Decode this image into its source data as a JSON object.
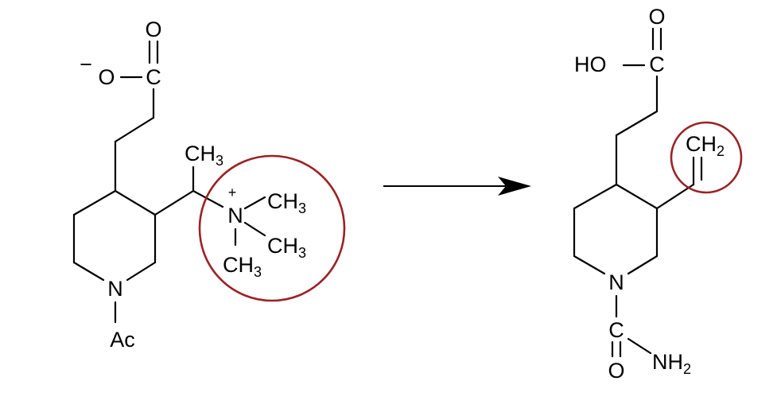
{
  "reactant": {
    "carboxylate_O_dbl": "O",
    "carboxylate_O_neg": "O",
    "carboxylate_neg_charge": "−",
    "carboxylate_C": "C",
    "methyl_top": "CH",
    "methyl_top_sub": "3",
    "ammonium_N": "N",
    "ammonium_charge": "+",
    "methyl_right_1": "CH",
    "methyl_right_1_sub": "3",
    "methyl_right_2": "CH",
    "methyl_right_2_sub": "3",
    "methyl_bottom": "CH",
    "methyl_bottom_sub": "3",
    "ring_N": "N",
    "acetyl": "Ac"
  },
  "product": {
    "acid_O_dbl": "O",
    "acid_HO": "HO",
    "acid_C": "C",
    "vinyl_CH": "CH",
    "vinyl_sub": "2",
    "ring_N": "N",
    "carbonyl_C": "C",
    "carbonyl_O": "O",
    "amine_N": "NH",
    "amine_sub": "2"
  },
  "highlight_color": "#9b2226"
}
